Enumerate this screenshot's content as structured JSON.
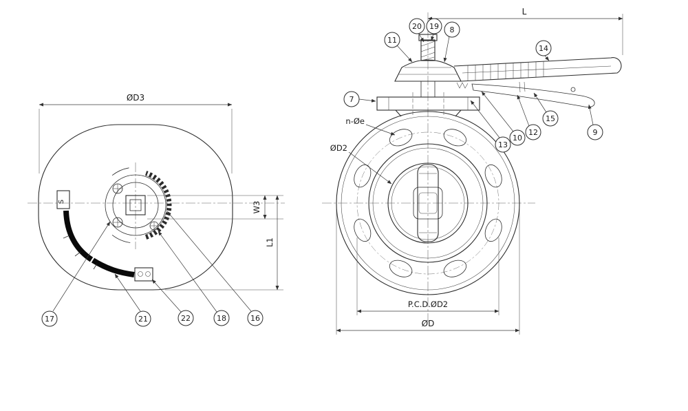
{
  "drawing": {
    "left_view": {
      "dims": {
        "d3": "ØD3",
        "w3": "W3",
        "l1": "L1"
      },
      "s_label": "S",
      "callouts": [
        "17",
        "21",
        "22",
        "18",
        "16"
      ]
    },
    "right_view": {
      "dims": {
        "l": "L",
        "pcd": "P.C.D.ØD2",
        "d": "ØD"
      },
      "labels": {
        "n_oe": "n-Øe",
        "d2": "ØD2"
      },
      "callouts": [
        "20",
        "19",
        "8",
        "11",
        "14",
        "7",
        "13",
        "10",
        "12",
        "15",
        "9"
      ]
    }
  }
}
